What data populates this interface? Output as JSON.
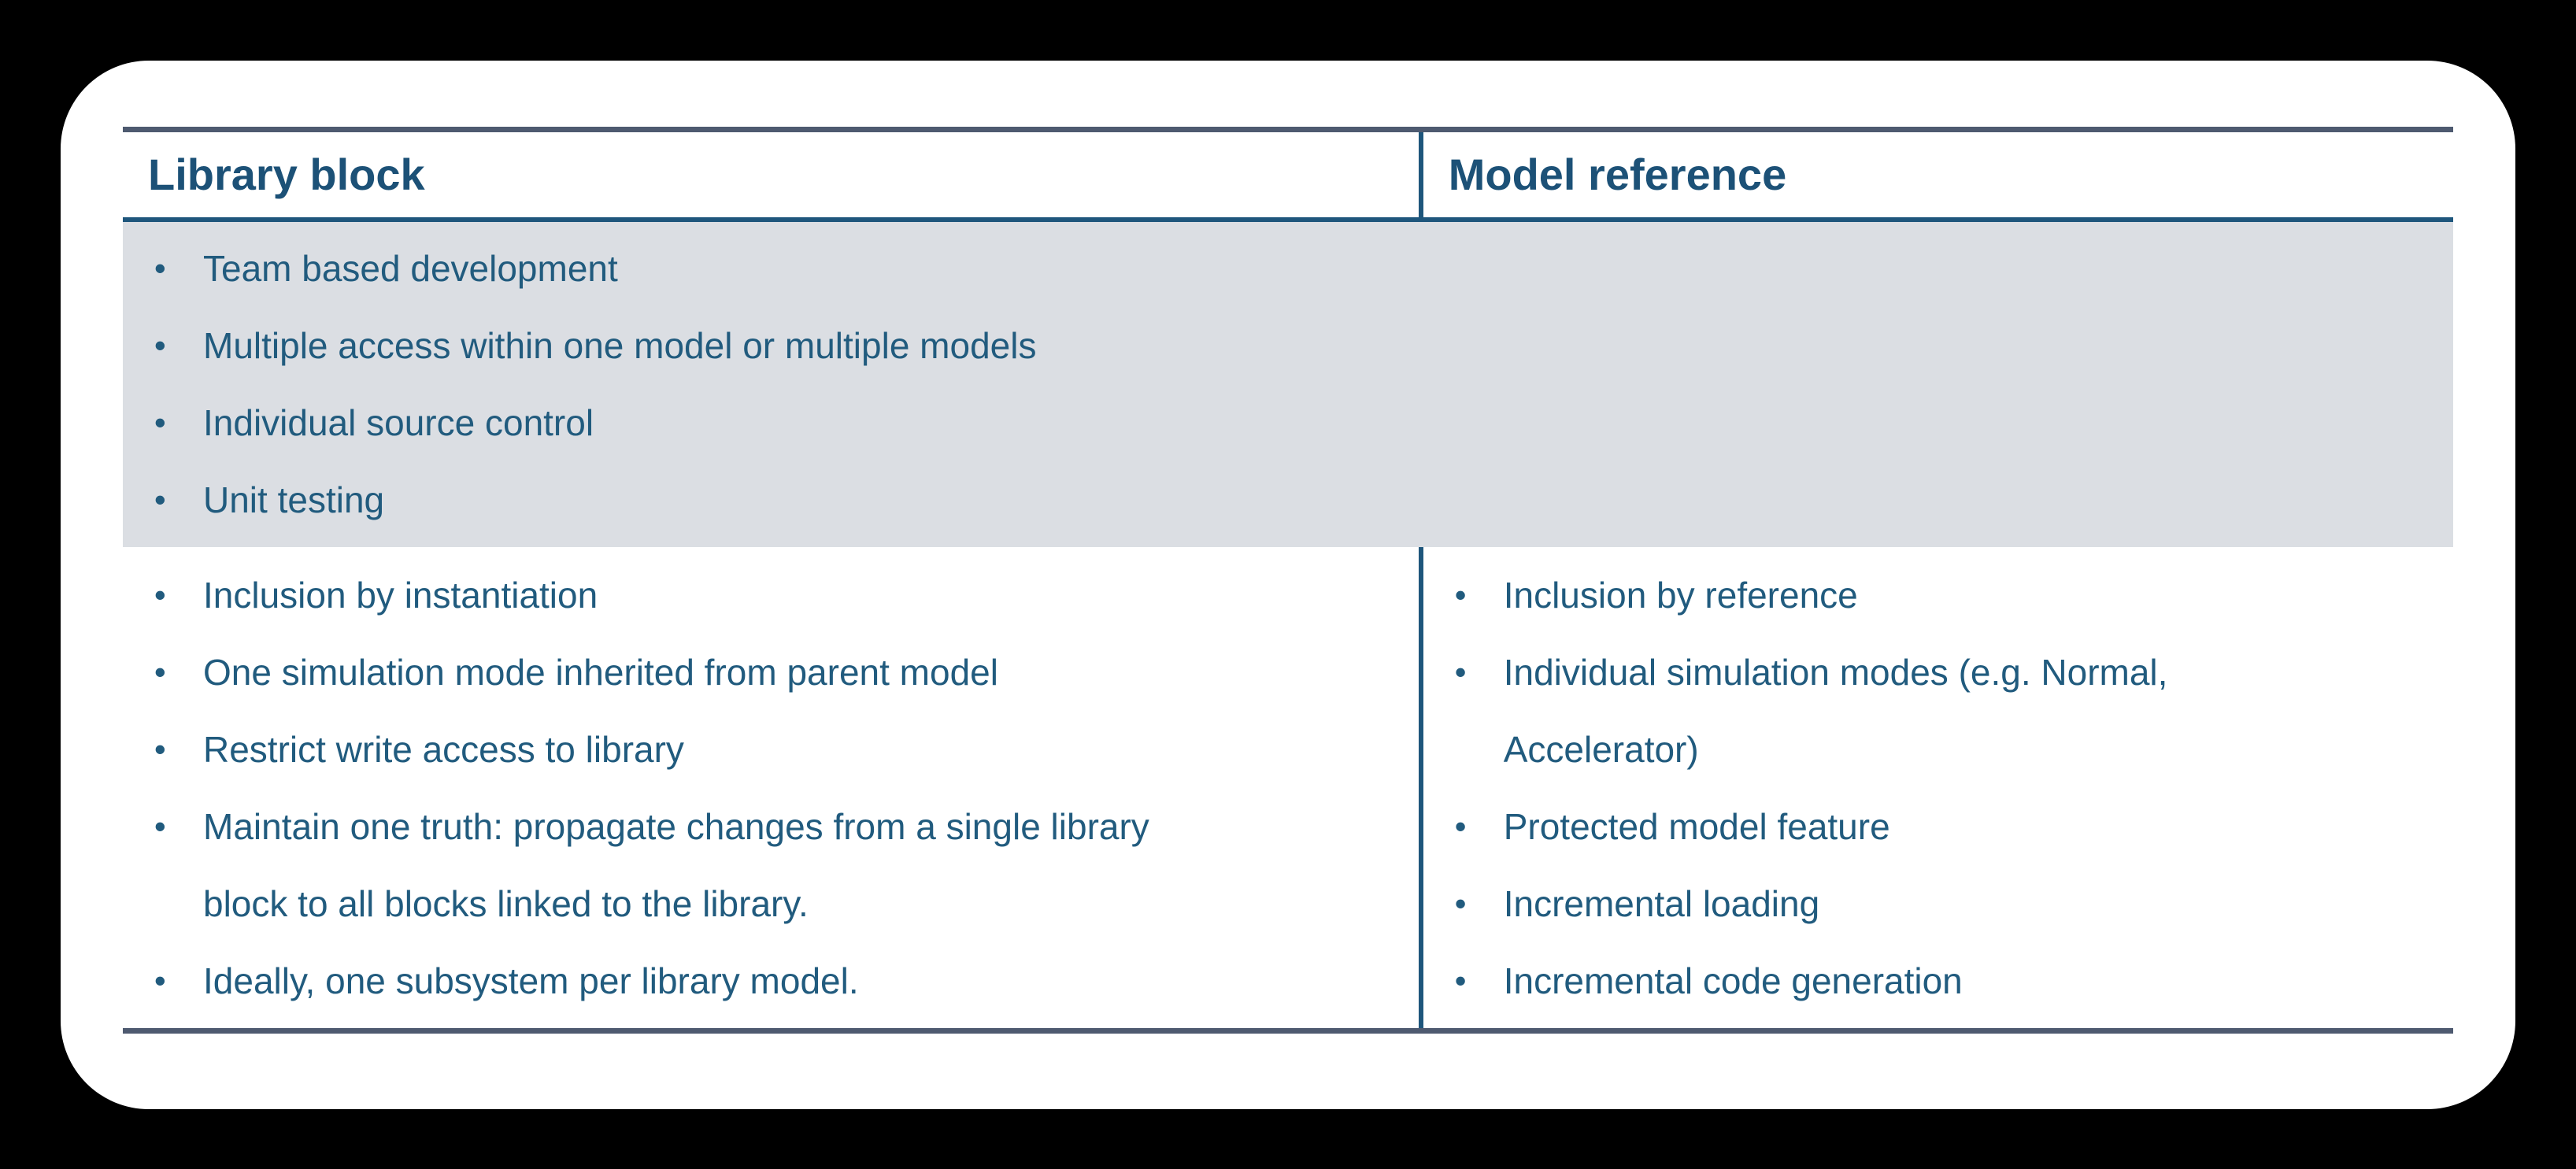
{
  "glyphs": {
    "bullet": "•"
  },
  "colors": {
    "page_background": "#000000",
    "card_background": "#FFFFFF",
    "outer_border": "#4E5A70",
    "divider_border": "#1E567C",
    "header_text": "#1C5177",
    "body_text": "#215B7E",
    "shaded_row_background": "#DBDEE3"
  },
  "table": {
    "columns": [
      {
        "label": "Library block"
      },
      {
        "label": "Model reference"
      }
    ],
    "shared_row": {
      "bullets": [
        "Team based development",
        "Multiple access within one model or multiple models",
        "Individual source control",
        "Unit testing"
      ]
    },
    "split_row": {
      "library_block_bullets": [
        "Inclusion by instantiation",
        "One simulation mode inherited from parent model",
        "Restrict write access to library",
        "Maintain one truth: propagate changes from a single library block to all blocks linked to the library.",
        "Ideally, one subsystem per library model."
      ],
      "model_reference_bullets": [
        "Inclusion by reference",
        "Individual simulation modes (e.g. Normal, Accelerator)",
        "Protected model feature",
        "Incremental loading",
        "Incremental code generation"
      ]
    }
  }
}
